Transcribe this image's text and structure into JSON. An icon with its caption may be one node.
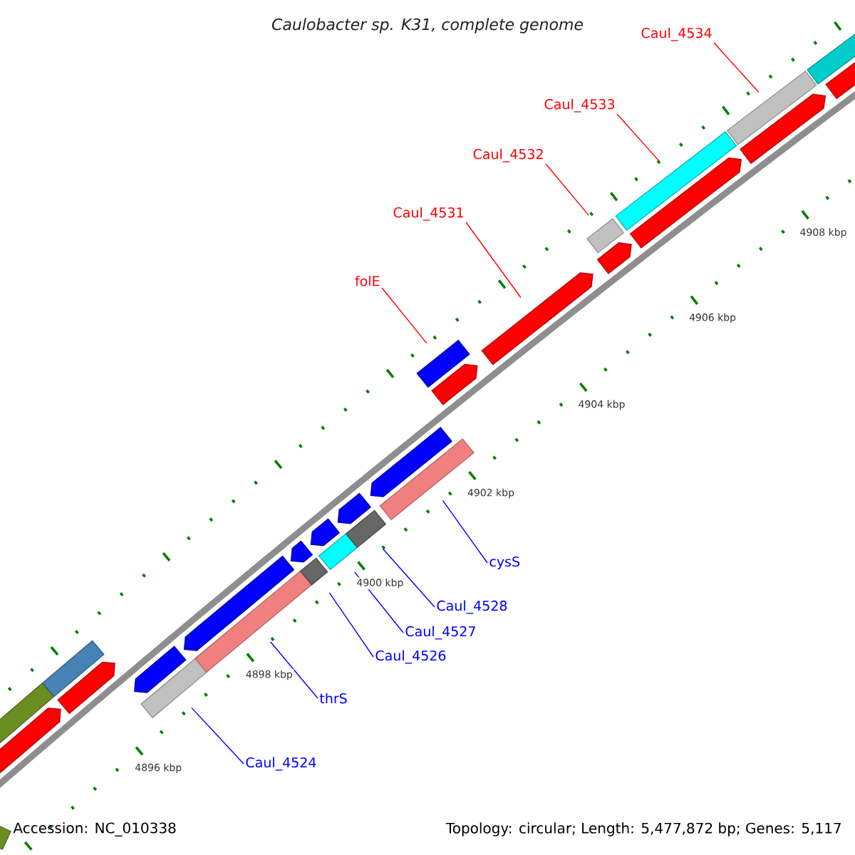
{
  "diagram": {
    "title": "Caulobacter sp. K31, complete genome",
    "nodes": [
      {
        "text": [
          "Caul_4534"
        ]
      },
      {
        "text": [],
        "shape": "arrow"
      },
      {
        "text": [
          "Caul_4533"
        ]
      },
      {
        "text": [],
        "shape": "arrow"
      },
      {
        "text": [
          "Caul_4532"
        ]
      },
      {
        "text": [],
        "shape": "arrow"
      },
      {
        "text": [
          "Caul_4531"
        ]
      },
      {
        "text": [],
        "shape": "arrow"
      },
      {
        "text": [
          "folE"
        ]
      },
      {
        "text": [],
        "shape": "arrow"
      },
      {
        "text": [
          "cysS"
        ]
      },
      {
        "text": [],
        "shape": "arrow"
      },
      {
        "text": [
          "Caul_4528"
        ]
      },
      {
        "text": [],
        "shape": "arrow"
      },
      {
        "text": [
          "Caul_4527"
        ]
      },
      {
        "text": [],
        "shape": "arrow"
      },
      {
        "text": [
          "Caul_4526"
        ]
      },
      {
        "text": [],
        "shape": "arrow"
      },
      {
        "text": [
          "thrS"
        ]
      },
      {
        "text": [],
        "shape": "arrow"
      },
      {
        "text": [
          "Caul_4524"
        ]
      },
      {
        "text": [],
        "shape": "arrow"
      },
      {
        "text": [],
        "shape": "arrow"
      },
      {
        "text": [],
        "shape": "box"
      },
      {
        "text": [],
        "shape": "arrow"
      },
      {
        "text": [],
        "shape": "box"
      },
      {
        "text": [],
        "shape": "box"
      },
      {
        "text": [],
        "shape": "box"
      },
      {
        "text": [],
        "shape": "box"
      },
      {
        "text": [],
        "shape": "box"
      },
      {
        "text": [],
        "shape": "box"
      },
      {
        "text": [],
        "shape": "box"
      },
      {
        "text": [],
        "shape": "box"
      },
      {
        "text": [],
        "shape": "box"
      },
      {
        "text": [],
        "shape": "box"
      },
      {
        "text": [],
        "shape": "box"
      },
      {
        "text": [],
        "shape": "box"
      },
      {
        "text": [],
        "shape": "arrow"
      },
      {
        "text": [],
        "shape": "box"
      }
    ],
    "edges": [
      {
        "from": 0,
        "to": 35,
        "arrow": "none",
        "color": "#ff0000"
      },
      {
        "from": 2,
        "to": 34,
        "arrow": "none",
        "color": "#ff0000"
      },
      {
        "from": 4,
        "to": 33,
        "arrow": "none",
        "color": "#ff0000"
      },
      {
        "from": 6,
        "to": 7,
        "arrow": "none",
        "color": "#ff0000"
      },
      {
        "from": 8,
        "to": 32,
        "arrow": "none",
        "color": "#ff0000"
      },
      {
        "from": 10,
        "to": 31,
        "arrow": "none"
      },
      {
        "from": 12,
        "to": 30,
        "arrow": "none"
      },
      {
        "from": 14,
        "to": 29,
        "arrow": "none"
      },
      {
        "from": 16,
        "to": 28,
        "arrow": "none"
      },
      {
        "from": 18,
        "to": 27,
        "arrow": "none"
      },
      {
        "from": 20,
        "to": 26,
        "arrow": "none"
      }
    ],
    "labels": [
      "4908 kbp",
      "4906 kbp",
      "4904 kbp",
      "4902 kbp",
      "4900 kbp",
      "4898 kbp",
      "4896 kbp",
      "Accession: NC_010338",
      "Topology: circular; Length: 5,477,872 bp; Genes: 5,117"
    ]
  }
}
